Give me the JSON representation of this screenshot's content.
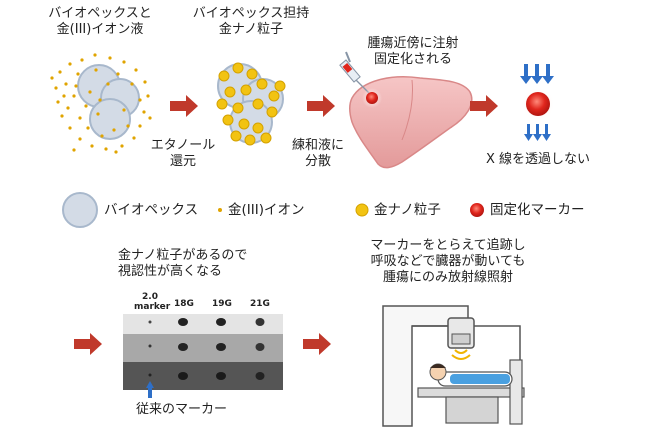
{
  "step1": {
    "line1": "バイオペックスと",
    "line2": "金(III)イオン液"
  },
  "step2": {
    "line1": "バイオペックス担持",
    "line2": "金ナノ粒子"
  },
  "step3": {
    "line1": "腫瘍近傍に注射",
    "line2": "固定化される"
  },
  "arrow1": {
    "line1": "エタノール",
    "line2": "還元"
  },
  "arrow2": {
    "line1": "練和液に",
    "line2": "分散"
  },
  "xray_note": "X 線を透過しない",
  "legend": {
    "biopex": "バイオペックス",
    "gold_ion": "金(III)イオン",
    "gold_nano": "金ナノ粒子",
    "marker": "固定化マーカー"
  },
  "visibility": {
    "line1": "金ナノ粒子があるので",
    "line2": "視認性が高くなる"
  },
  "tracking": {
    "line1": "マーカーをとらえて追跡し",
    "line2": "呼吸などで臓器が動いても",
    "line3": "腫瘍にのみ放射線照射"
  },
  "xray_panel": {
    "col1_line1": "2.0",
    "col1_line2": "marker",
    "col2": "18G",
    "col3": "19G",
    "col4": "21G"
  },
  "conventional_marker": "従来のマーカー",
  "colors": {
    "arrow": "#c0392b",
    "gold": "#f2c312",
    "biopex": "#d3dbe6",
    "marker": "#e0261d",
    "xray_arrow": "#2e6fc7"
  }
}
